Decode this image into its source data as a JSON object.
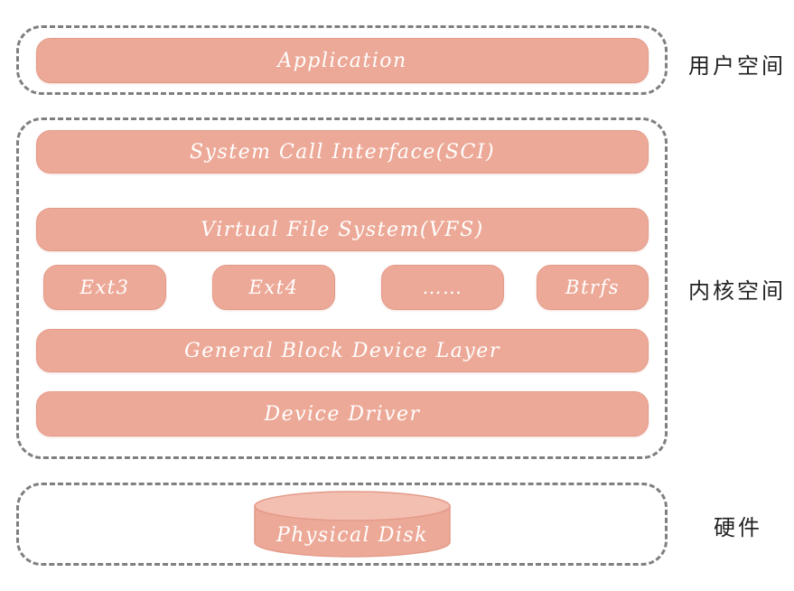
{
  "user_space": {
    "label": "用户空间",
    "application": "Application"
  },
  "kernel_space": {
    "label": "内核空间",
    "sci": "System Call Interface(SCI)",
    "vfs": "Virtual File System(VFS)",
    "filesystems": [
      "Ext3",
      "Ext4",
      "……",
      "Btrfs"
    ],
    "block_layer": "General Block Device Layer",
    "device_driver": "Device Driver"
  },
  "hardware": {
    "label": "硬件",
    "disk": "Physical Disk"
  },
  "colors": {
    "layer_fill": "#eda998",
    "dash_border": "#7f7f7f",
    "text": "#ffffff"
  }
}
